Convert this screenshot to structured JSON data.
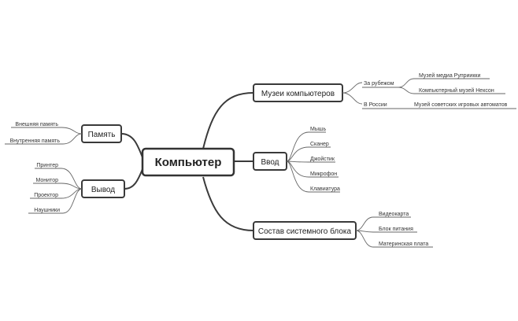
{
  "center": {
    "label": "Компьютер"
  },
  "branches": {
    "museums": {
      "label": "Музеи компьютеров",
      "groups": [
        {
          "label": "За рубежом",
          "items": [
            "Музей медиа Руприикки",
            "Компьютерный музей Нексон"
          ]
        },
        {
          "label": "В России",
          "items": [
            "Музей советских игровых автоматов"
          ]
        }
      ]
    },
    "input": {
      "label": "Ввод",
      "items": [
        "Мышь",
        "Сканер",
        "Джойстик",
        "Микрофон",
        "Клавиатура"
      ]
    },
    "sysblock": {
      "label": "Состав системного блока",
      "items": [
        "Видеокарта",
        "Блок питания",
        "Материнская плата"
      ]
    },
    "memory": {
      "label": "Память",
      "items": [
        "Внешняя память",
        "Внутренняя память"
      ]
    },
    "output": {
      "label": "Вывод",
      "items": [
        "Принтер",
        "Монитор",
        "Проектор",
        "Наушники"
      ]
    }
  },
  "colors": {
    "line": "#3a3a3a",
    "text": "#333333",
    "background": "#ffffff"
  }
}
